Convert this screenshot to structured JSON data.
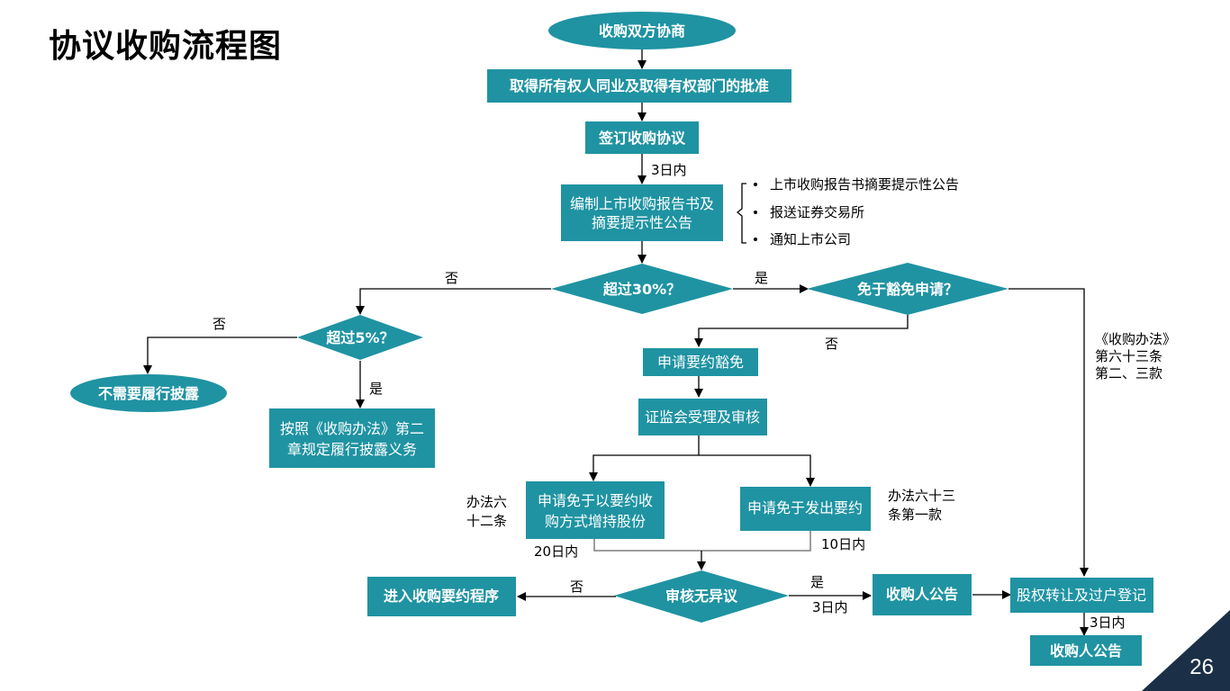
{
  "page": {
    "title": "协议收购流程图",
    "page_number": "26"
  },
  "colors": {
    "node_fill": "#1f93a2",
    "corner_fill": "#1b3047",
    "line": "#000000"
  },
  "nodes": {
    "start": "收购双方协商",
    "approval": "取得所有权人同业及取得有权部门的批准",
    "sign": "签订收购协议",
    "prepare_line1": "编制上市收购报告书及",
    "prepare_line2": "摘要提示性公告",
    "over30": "超过30%？",
    "exempt_q": "免于豁免申请？",
    "over5": "超过5%？",
    "no_disclosure": "不需要履行披露",
    "disclose_line1": "按照《收购办法》第二",
    "disclose_line2": "章规定履行披露义务",
    "apply_exempt": "申请要约豁免",
    "csrc_review": "证监会受理及审核",
    "apply_increase_line1": "申请免于以要约收",
    "apply_increase_line2": "购方式增持股份",
    "apply_no_offer": "申请免于发出要约",
    "no_objection": "审核无异议",
    "enter_offer": "进入收购要约程序",
    "announce1": "收购人公告",
    "transfer": "股权转让及过户登记",
    "announce2": "收购人公告"
  },
  "bullets": [
    "上市收购报告书摘要提示性公告",
    "报送证券交易所",
    "通知上市公司"
  ],
  "labels": {
    "three_days_1": "3日内",
    "no_30": "否",
    "yes_30": "是",
    "no_5": "否",
    "yes_5": "是",
    "no_exempt": "否",
    "rule63_line1": "《收购办法》",
    "rule63_line2": "第六十三条",
    "rule63_line3": "第二、三款",
    "rule62_line1": "办法六",
    "rule62_line2": "十二条",
    "rule63_1_line1": "办法六十三",
    "rule63_1_line2": "条第一款",
    "twenty_days": "20日内",
    "ten_days": "10日内",
    "no_review": "否",
    "yes_review": "是",
    "three_days_2": "3日内",
    "three_days_3": "3日内"
  }
}
